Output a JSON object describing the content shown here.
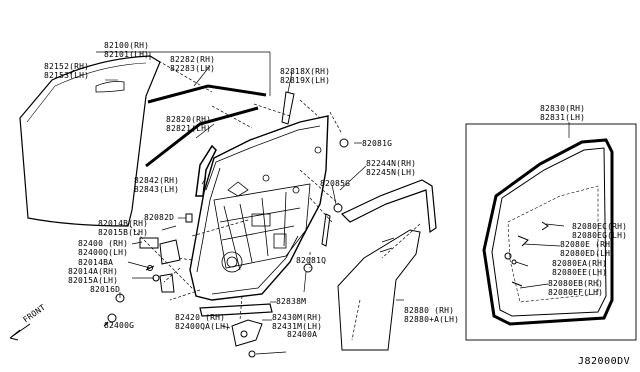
{
  "diagram_code": "J82000DV",
  "front_label": "FRONT",
  "parts": {
    "p82100": [
      "82100(RH)",
      "82101(LH)"
    ],
    "p82152": [
      "82152(RH)",
      "82153(LH)"
    ],
    "p82282": [
      "82282(RH)",
      "82283(LH)"
    ],
    "p82818": [
      "82818X(RH)",
      "82819X(LH)"
    ],
    "p82820": [
      "82820(RH)",
      "82821(LH)"
    ],
    "p82081G": [
      "82081G"
    ],
    "p82842": [
      "82842(RH)",
      "82843(LH)"
    ],
    "p82244": [
      "82244N(RH)",
      "82245N(LH)"
    ],
    "p82085G": [
      "82085G"
    ],
    "p82014B": [
      "82014B(RH)",
      "82015B(LH)"
    ],
    "p82082D": [
      "82082D"
    ],
    "p82400": [
      "82400 (RH)",
      "82400Q(LH)"
    ],
    "p82014BA": [
      "82014BA"
    ],
    "p82014A": [
      "82014A(RH)",
      "82015A(LH)"
    ],
    "p82016D": [
      "82016D"
    ],
    "p82081Q": [
      "82081Q"
    ],
    "p82838M": [
      "82838M"
    ],
    "p82400G": [
      "82400G"
    ],
    "p82420": [
      "82420 (RH)",
      "82400QA(LH)"
    ],
    "p82430": [
      "82430M(RH)",
      "82431M(LH)"
    ],
    "p82400A": [
      "82400A"
    ],
    "p82880": [
      "82880 (RH)",
      "82880+A(LH)"
    ],
    "p82830": [
      "82830(RH)",
      "82831(LH)"
    ],
    "p82080EC": [
      "82080EC(RH)",
      "82080EG(LH)"
    ],
    "p82080E": [
      "82080E (RH)",
      "82080ED(LH)"
    ],
    "p82080EA": [
      "82080EA(RH)",
      "82080EE(LH)"
    ],
    "p82080EB": [
      "82080EB(RH)",
      "82080EF(LH)"
    ]
  }
}
